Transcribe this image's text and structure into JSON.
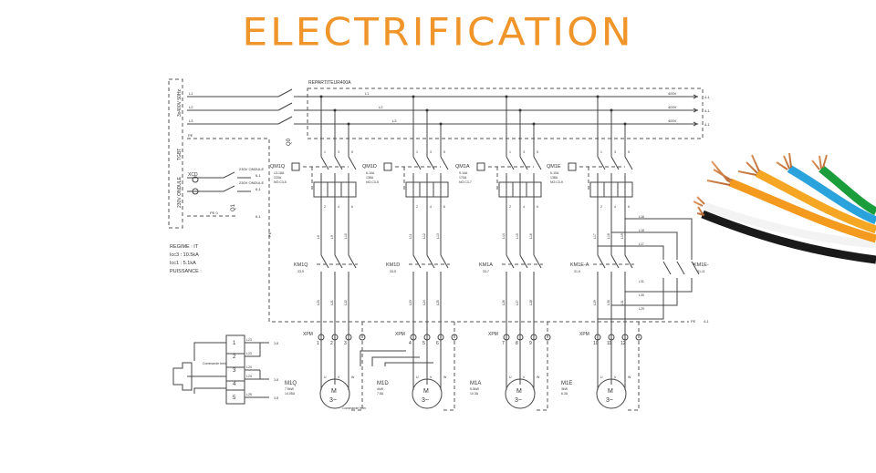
{
  "title": "ELECTRIFICATION",
  "supply": {
    "repartiteur": "REPARTITEUR400A",
    "phases": [
      "L1",
      "L2",
      "L3"
    ],
    "voltage_label": "3x400V 50Hz",
    "tgbt": "TGBT",
    "ondule": "230V ONDULE",
    "q0": "Q0",
    "pe": "PE",
    "pe0": "PE 0",
    "xcd": "XCD",
    "q1": "Q1",
    "ondule_out": [
      "230V ONDULE",
      "230V ONDULE"
    ],
    "out_ref": "6-1",
    "bus_outputs": [
      {
        "v": "400V",
        "ref": "4-1"
      },
      {
        "v": "400V",
        "ref": "4-1"
      },
      {
        "v": "400V",
        "ref": "4-1"
      }
    ]
  },
  "regime": [
    "REGIME : IT",
    "Icc3 : 10.5kA",
    "Icc1 : 5.1kA",
    "PUISSANCE :"
  ],
  "feeders": [
    {
      "breaker": "QM1Q",
      "b_specs": [
        "13-18A",
        "220A",
        "NO:C3-5"
      ],
      "contactor": "KM1Q",
      "c_ref": "33-5",
      "wires": [
        "L6",
        "L9",
        "L10"
      ],
      "out_wires": [
        "L20",
        "L21",
        "L22"
      ],
      "xpm": [
        "1",
        "2",
        "3"
      ],
      "motor": "M1Q",
      "m_specs": [
        "7.5kW",
        "14.05A"
      ]
    },
    {
      "breaker": "QM1D",
      "b_specs": [
        "6-10A",
        "138A",
        "NO:C3-5"
      ],
      "contactor": "KM1D",
      "c_ref": "33-5",
      "wires": [
        "L11",
        "L12",
        "L13"
      ],
      "out_wires": [
        "L23",
        "L24",
        "L25"
      ],
      "xpm": [
        "4",
        "5",
        "6"
      ],
      "motor": "M1D",
      "m_specs": [
        "4kW",
        "7.8A"
      ]
    },
    {
      "breaker": "QM1A",
      "b_specs": [
        "9-14A",
        "170A",
        "NO:C3-7"
      ],
      "contactor": "KM1A",
      "c_ref": "33-7",
      "wires": [
        "L14",
        "L15",
        "L16"
      ],
      "out_wires": [
        "L26",
        "L27",
        "L28"
      ],
      "xpm": [
        "7",
        "8",
        "9"
      ],
      "motor": "M1A",
      "m_specs": [
        "5.5kW",
        "10.3A"
      ]
    },
    {
      "breaker": "QM1E",
      "b_specs": [
        "6-10A",
        "138A",
        "NO:C3-9"
      ],
      "contactor": "KM1E-A",
      "c_ref": "31-9",
      "wires": [
        "L17",
        "L18",
        "L19"
      ],
      "out_wires": [
        "L29",
        "L30",
        "L31"
      ],
      "xpm": [
        "10",
        "11",
        "12"
      ],
      "motor": "M1E",
      "m_specs": [
        "3kW",
        "6.3A"
      ]
    }
  ],
  "km1e_b": {
    "label": "KM1E-",
    "ref": "31-11",
    "wires": [
      "L18",
      "L18",
      "L17",
      "L31",
      "L30",
      "L29"
    ]
  },
  "motor_symbol": [
    "M",
    "3~"
  ],
  "terminal": {
    "rows": [
      "1",
      "2",
      "3",
      "4",
      "5"
    ],
    "wires": [
      "L23",
      "L23",
      "L24",
      "L24",
      "L25"
    ],
    "label": "Commande frein",
    "ref": "3-8"
  },
  "frein_label": "Commande frein",
  "uvw": [
    "U",
    "V",
    "W"
  ],
  "pe_ref": "PE",
  "pe_out": "4-1"
}
